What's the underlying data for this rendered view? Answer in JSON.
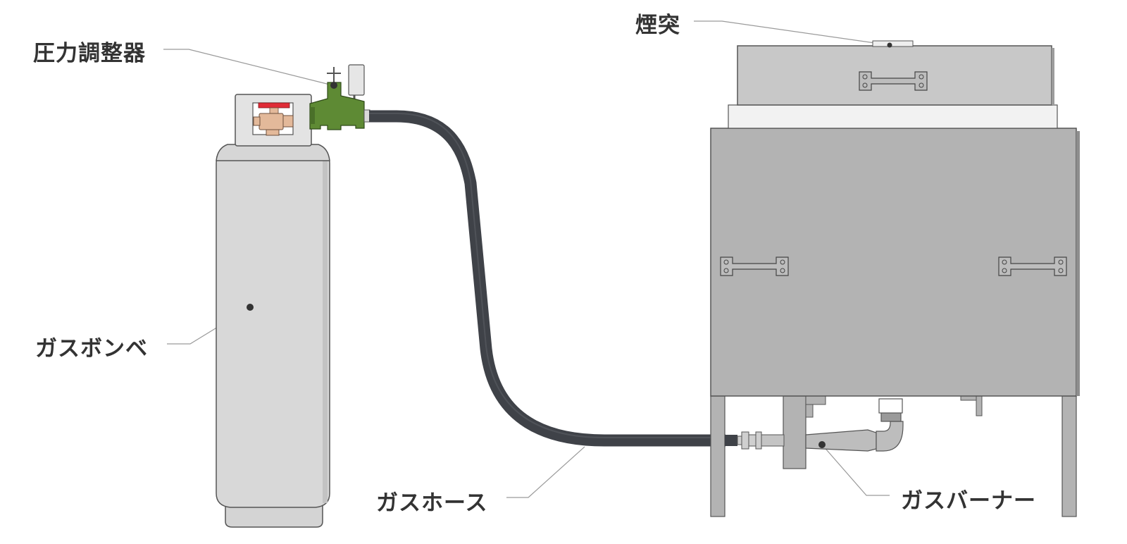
{
  "diagram": {
    "labels": {
      "regulator": "圧力調整器",
      "chimney": "煙突",
      "cylinder": "ガスボンベ",
      "hose": "ガスホース",
      "burner": "ガスバーナー"
    },
    "colors": {
      "background": "#ffffff",
      "label_text": "#333333",
      "leader_line": "#9a9a9a",
      "cylinder_body": "#d8d8d8",
      "cylinder_outline": "#555555",
      "valve_brass": "#e3b99a",
      "valve_red": "#e02b36",
      "regulator_green": "#5e8a34",
      "hose": "#3f4248",
      "stove_body": "#b3b3b3",
      "stove_lid": "#c8c8c8",
      "stove_band": "#f2f2f2",
      "marker_dot": "#333333"
    }
  }
}
